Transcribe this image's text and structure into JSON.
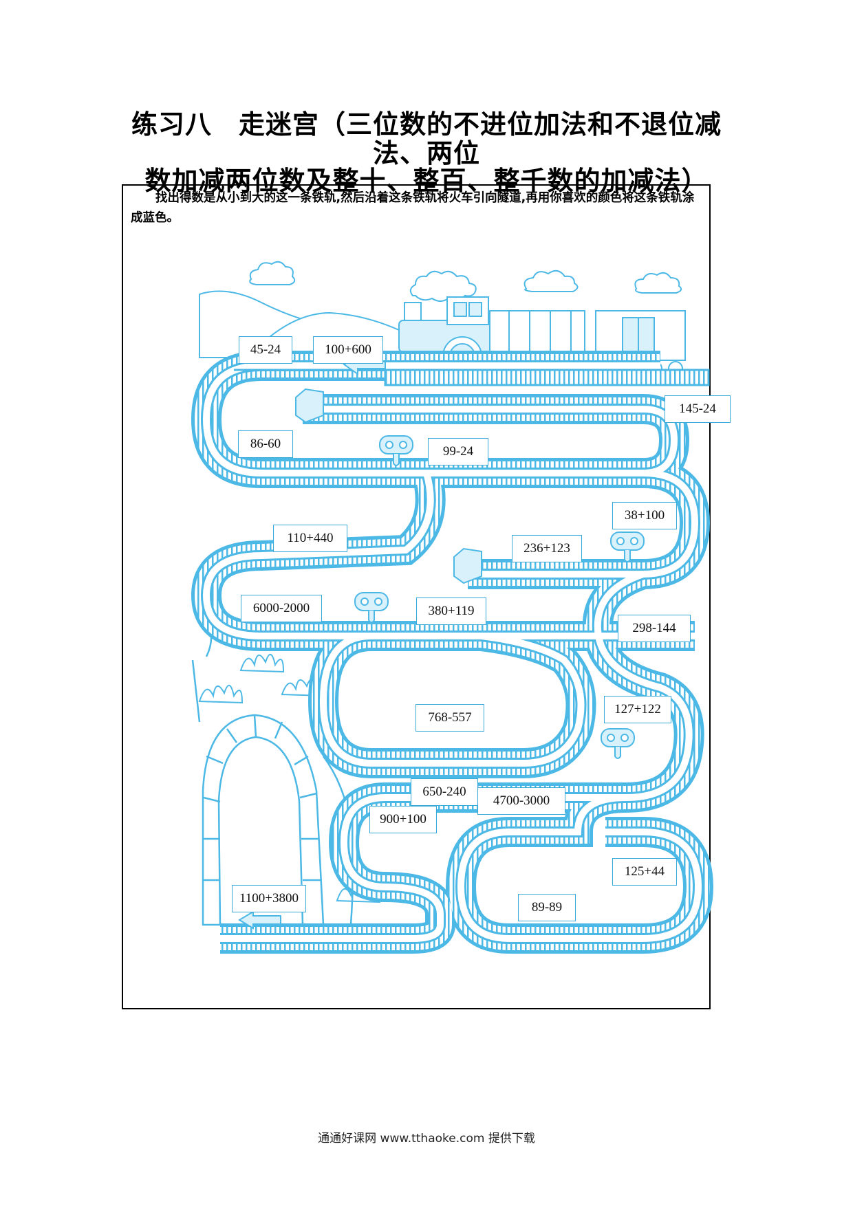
{
  "title": {
    "line1": "练习八　走迷宫（三位数的不进位加法和不退位减",
    "line2": "法、两位",
    "line3": "数加减两位数及整十、整百、整千数的加减法）"
  },
  "instruction": "找出得数是从小到大的这一条铁轨,然后沿着这条铁轨将火车引向隧道,再用你喜欢的颜色将这条铁轨涂成蓝色。",
  "labels": {
    "l1": "45-24",
    "l2": "100+600",
    "l3": "145-24",
    "l4": "86-60",
    "l5": "99-24",
    "l6": "38+100",
    "l7": "110+440",
    "l8": "236+123",
    "l9": "6000-2000",
    "l10": "380+119",
    "l11": "298-144",
    "l12": "768-557",
    "l13": "127+122",
    "l14": "650-240",
    "l15": "4700-3000",
    "l16": "900+100",
    "l17": "125+44",
    "l18": "1100+3800",
    "l19": "89-89"
  },
  "footer": "通通好课网 www.tthaoke.com 提供下载",
  "colors": {
    "track": "#4cb8e6",
    "trackDark": "#2f9fd2",
    "trackFill": "#d9f1fb",
    "ink": "#000000"
  }
}
